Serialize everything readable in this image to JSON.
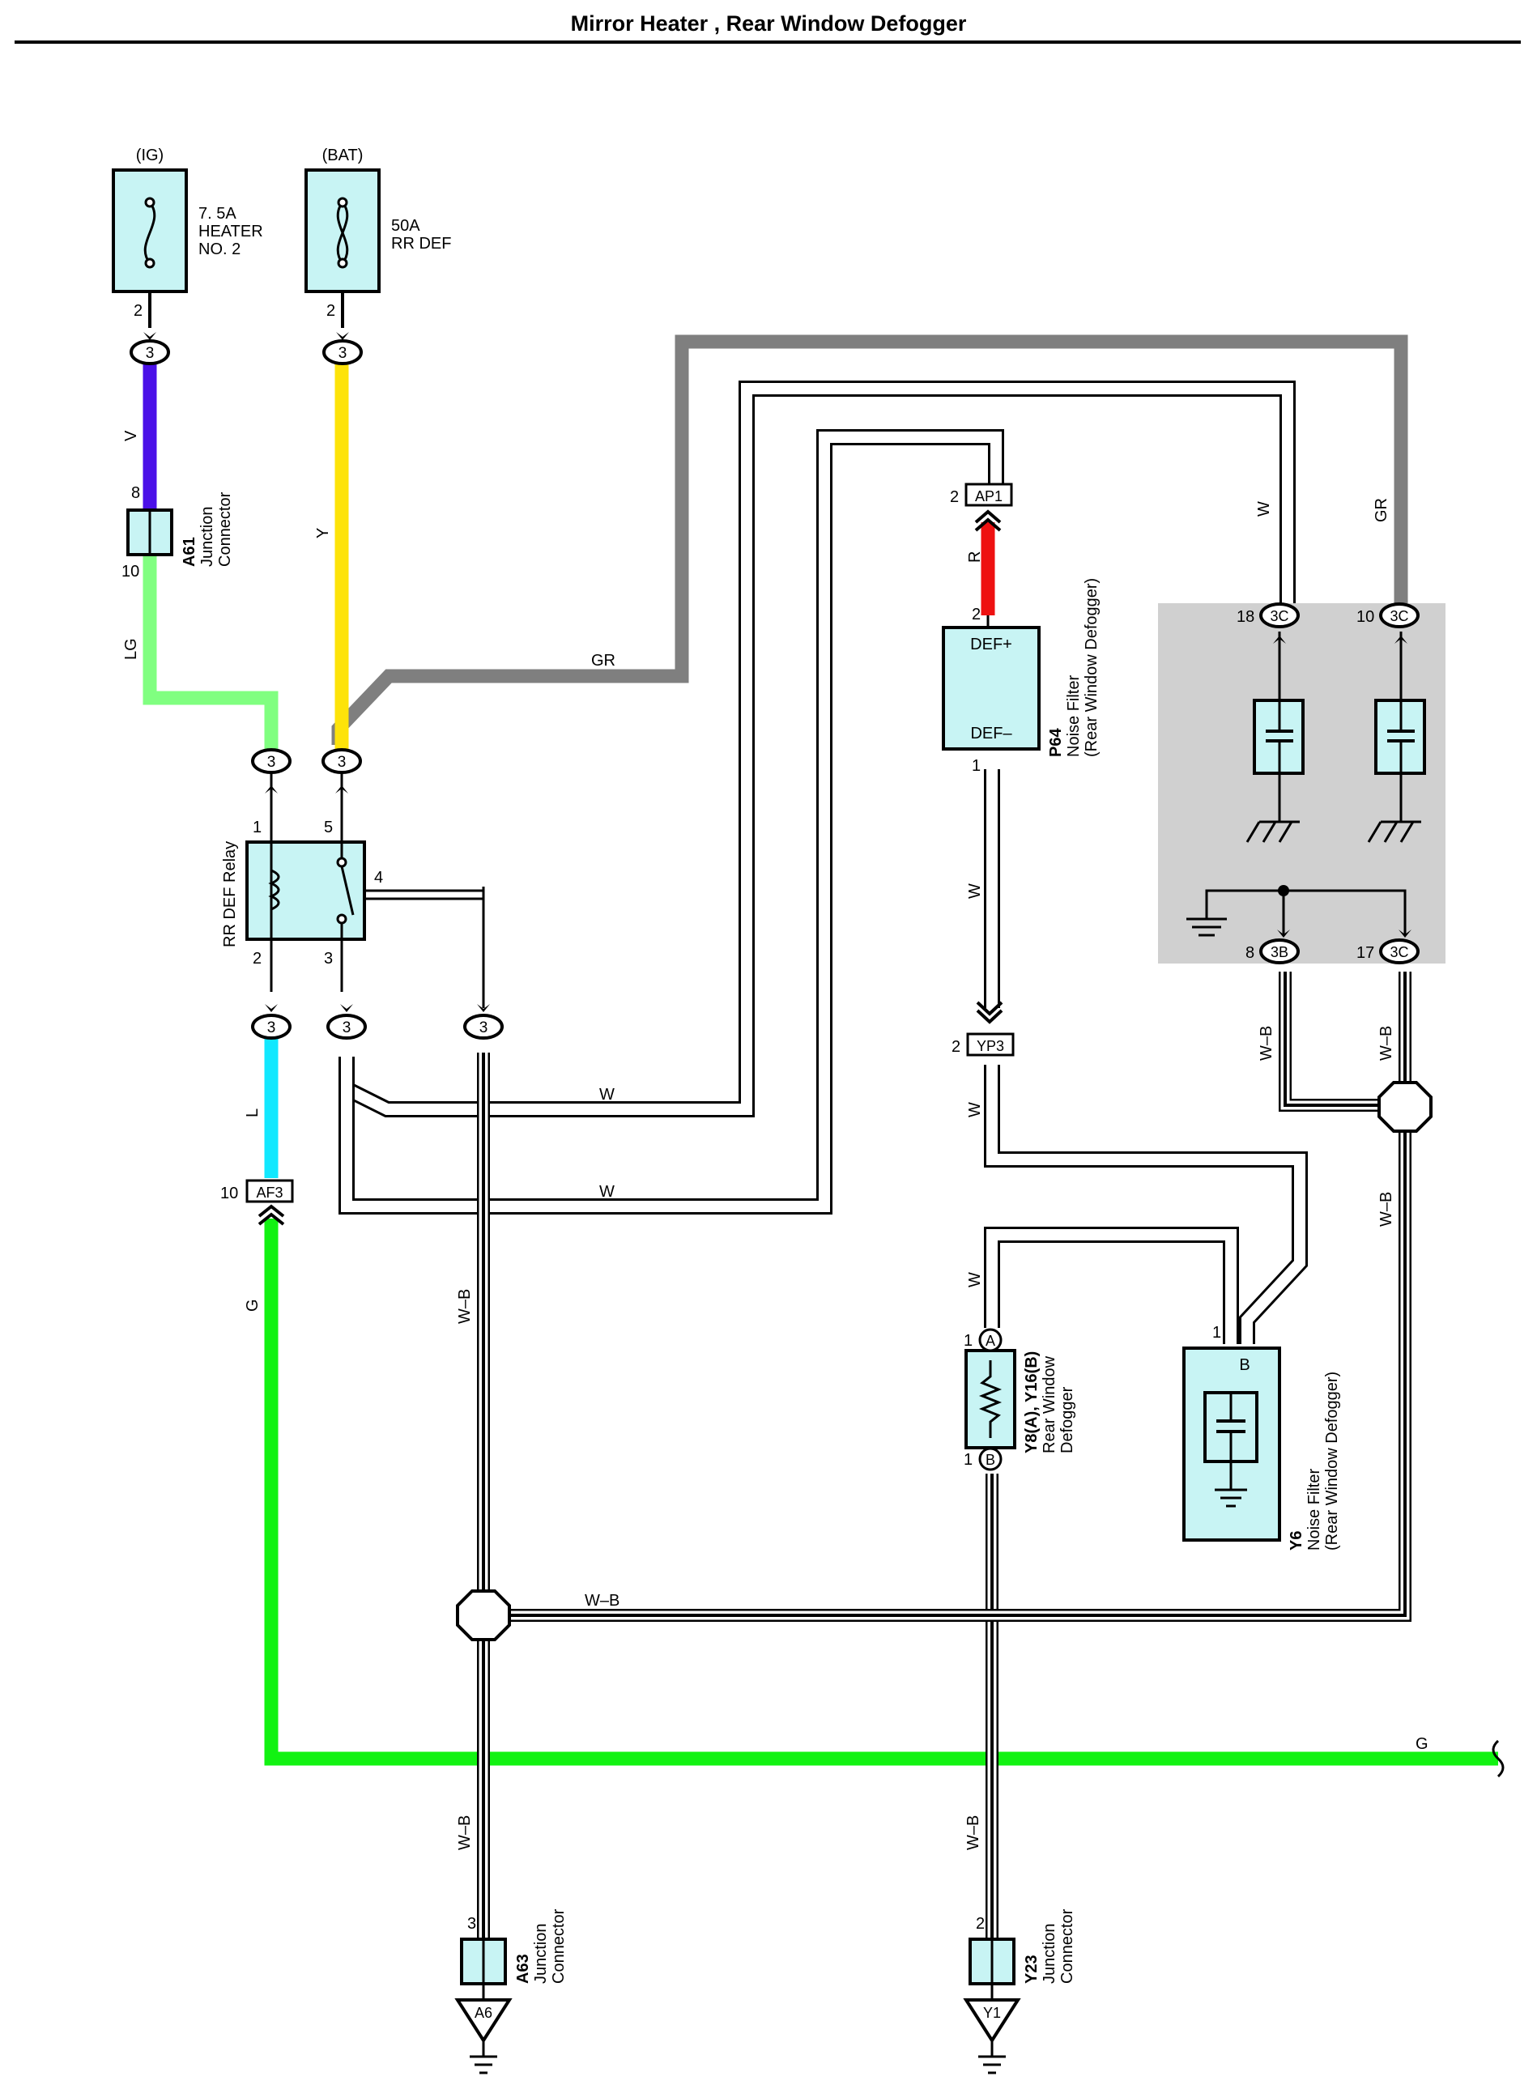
{
  "title": "Mirror Heater , Rear Window Defogger",
  "colors": {
    "V": "#4b10e8",
    "Y": "#fde30a",
    "LG": "#80ff80",
    "GR": "#7f7f7f",
    "R": "#ee1111",
    "L": "#11e8ff",
    "G": "#12f212",
    "W": "#ffffff",
    "component_fill": "#c8f4f4",
    "shaded_box": "#d0d0d0"
  },
  "sources": {
    "ig": "(IG)",
    "bat": "(BAT)"
  },
  "fuses": {
    "heater": {
      "lines": [
        "7. 5A",
        "HEATER",
        "NO. 2"
      ]
    },
    "rrdef": {
      "lines": [
        "50A",
        "RR DEF"
      ]
    }
  },
  "wire_labels": {
    "v": "V",
    "y": "Y",
    "lg": "LG",
    "gr_mid": "GR",
    "gr_right": "GR",
    "w_top_right": "W",
    "r": "R",
    "w_p64": "W",
    "w_yp3": "W",
    "w_y8": "W",
    "w_bus1": "W",
    "w_bus2": "W",
    "l": "L",
    "g_left": "G",
    "g_right": "G",
    "wb_a63": "W–B",
    "wb_a63_low": "W–B",
    "wb_y8_low": "W–B",
    "wb_right1": "W–B",
    "wb_right2": "W–B",
    "wb_right3": "W–B",
    "wb_horizontal": "W–B"
  },
  "connectors": {
    "a61": {
      "id": "A61",
      "name": [
        "Junction",
        "Connector"
      ],
      "pin_top": "8",
      "pin_bottom": "10"
    },
    "a63": {
      "id": "A63",
      "name": [
        "Junction",
        "Connector"
      ],
      "pin": "3"
    },
    "y23": {
      "id": "Y23",
      "name": [
        "Junction",
        "Connector"
      ],
      "pin": "2"
    },
    "ap1": {
      "id": "AP1",
      "pin": "2"
    },
    "yp3": {
      "id": "YP3",
      "pin": "2"
    },
    "af3": {
      "id": "AF3",
      "pin": "10"
    }
  },
  "grounds": {
    "a6": "A6",
    "y1": "Y1"
  },
  "relay": {
    "name": "RR DEF Relay",
    "pins": [
      "1",
      "5",
      "4",
      "2",
      "3"
    ]
  },
  "junction_block_pin": "3",
  "fuse_pin": "2",
  "p64": {
    "id": "P64",
    "name": [
      "Noise Filter",
      "(Rear Window Defogger)"
    ],
    "plus": "DEF+",
    "minus": "DEF–",
    "pin_top": "2",
    "pin_bottom": "1"
  },
  "y8": {
    "id": "Y8(A), Y16(B)",
    "name": [
      "Rear Window",
      "Defogger"
    ],
    "pin_top": "1",
    "pin_bottom": "1",
    "term_top": "A",
    "term_bottom": "B"
  },
  "y6": {
    "id": "Y6",
    "name": [
      "Noise Filter",
      "(Rear Window Defogger)"
    ],
    "pin": "1",
    "term": "B"
  },
  "box_connectors": {
    "c18": {
      "pin": "18",
      "id": "3C"
    },
    "c10": {
      "pin": "10",
      "id": "3C"
    },
    "c8": {
      "pin": "8",
      "id": "3B"
    },
    "c17": {
      "pin": "17",
      "id": "3C"
    }
  }
}
